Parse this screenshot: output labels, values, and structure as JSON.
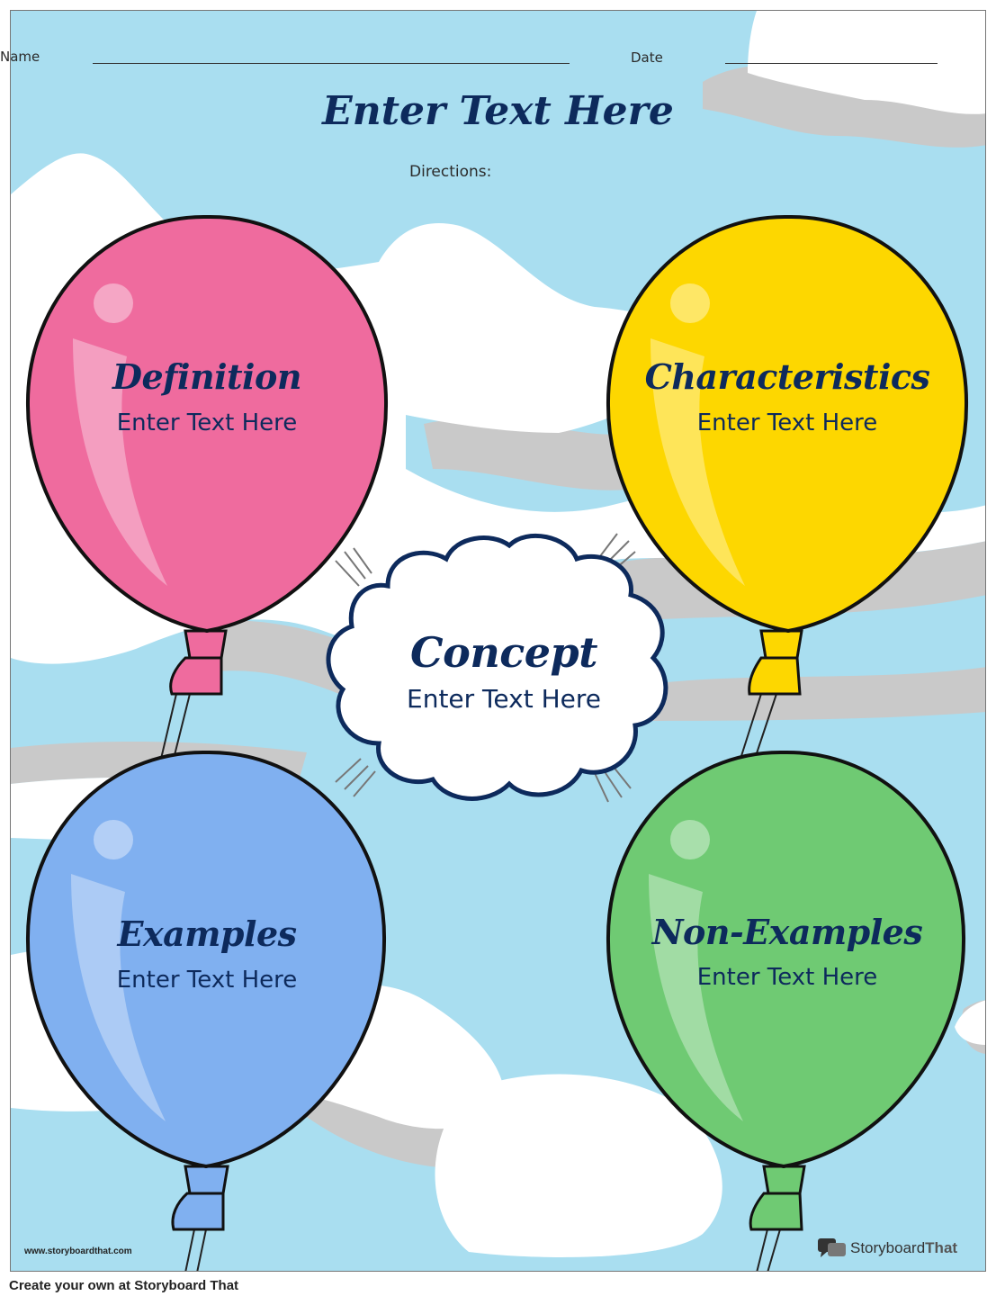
{
  "header": {
    "name_label": "Name",
    "date_label": "Date"
  },
  "title": "Enter Text Here",
  "directions_label": "Directions:",
  "concept": {
    "title": "Concept",
    "text": "Enter Text Here"
  },
  "balloons": [
    {
      "title": "Definition",
      "text": "Enter Text Here",
      "color": "#ef6b9e"
    },
    {
      "title": "Characteristics",
      "text": "Enter Text Here",
      "color": "#fdd700"
    },
    {
      "title": "Examples",
      "text": "Enter Text Here",
      "color": "#80b0f0"
    },
    {
      "title": "Non-Examples",
      "text": "Enter Text Here",
      "color": "#6fca73"
    }
  ],
  "watermark": {
    "url": "www.storyboardthat.com",
    "brand_part1": "Storyboard",
    "brand_part2": "That"
  },
  "footer": "Create your own at Storyboard That",
  "colors": {
    "sky": "#a9def0",
    "cloud_shadow": "#c9c9c9",
    "text_navy": "#0d2a5c"
  }
}
